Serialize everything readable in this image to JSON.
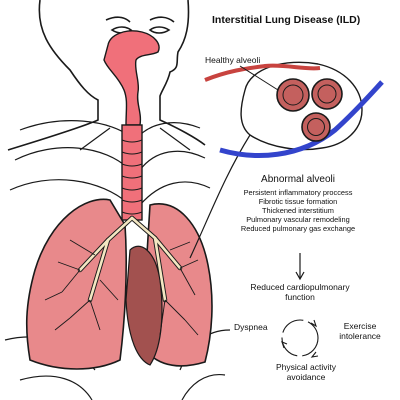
{
  "title": "Interstitial Lung Disease (ILD)",
  "healthy_label": "Healthy alveoli",
  "abnormal": {
    "title": "Abnormal alveoli",
    "features": [
      "Persistent inflammatory proccess",
      "Fibrotic tissue formation",
      "Thickened interstitium",
      "Pulmonary vascular remodeling",
      "Reduced pulmonary gas exchange"
    ]
  },
  "outcome": "Reduced cardiopulmonary function",
  "cycle": {
    "left": "Dyspnea",
    "right": "Exercise intolerance",
    "bottom": "Physical activity avoidance"
  },
  "colors": {
    "lung": "#e8898b",
    "airway": "#f0707a",
    "vessel_red": "#c8433f",
    "vessel_blue": "#3344cc",
    "bronchi": "#f3e7c2",
    "outline": "#1a1a1a"
  }
}
